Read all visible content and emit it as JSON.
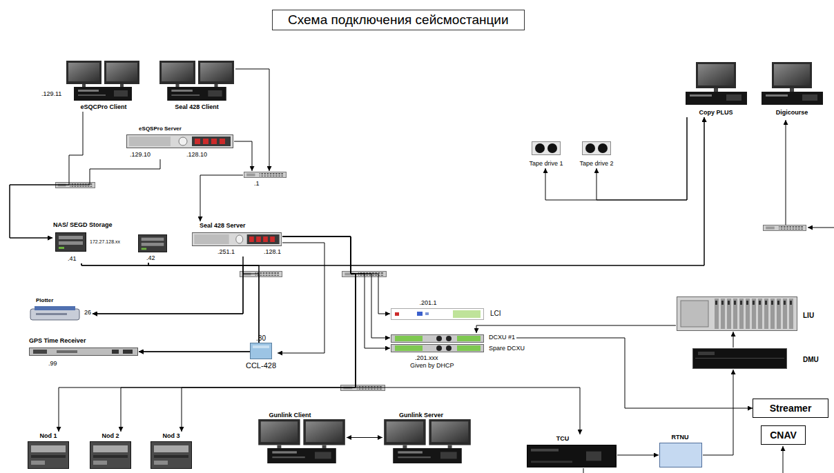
{
  "diagram": {
    "title": "Схема подключения сейсмостанции",
    "nodes": [
      {
        "text": [
          "eSQCPro Client",
          ".129.11"
        ]
      },
      {
        "text": [
          "Seal 428 Client"
        ]
      },
      {
        "text": [
          "eSQSPro Server",
          ".129.10",
          ".128.10"
        ]
      },
      {
        "text": [
          ".1"
        ]
      },
      {
        "text": [
          "NAS/ SEGD Storage",
          "172.27.128.xx",
          ".41"
        ]
      },
      {
        "text": [
          ".42"
        ]
      },
      {
        "text": [
          "Seal 428 Server",
          ".251.1",
          ".128.1"
        ]
      },
      {
        "text": [
          "Plotter",
          "26"
        ]
      },
      {
        "text": [
          "GPS Time Receiver",
          ".99"
        ]
      },
      {
        "text": [
          ".30",
          "CCL-428"
        ]
      },
      {
        "text": [
          ".201.1",
          "LCI"
        ]
      },
      {
        "text": [
          "DCXU #1"
        ]
      },
      {
        "text": [
          "Spare DCXU"
        ]
      },
      {
        "text": [
          "Nod 1"
        ]
      },
      {
        "text": [
          "Nod 2"
        ]
      },
      {
        "text": [
          "Nod 3"
        ]
      },
      {
        "text": [
          "Gunlink Client"
        ]
      },
      {
        "text": [
          "Gunlink Server"
        ]
      },
      {
        "text": [
          "TCU"
        ]
      },
      {
        "text": [
          "RTNU"
        ]
      },
      {
        "text": [
          "Streamer"
        ]
      },
      {
        "text": [
          "CNAV"
        ]
      },
      {
        "text": [
          "LIU"
        ]
      },
      {
        "text": [
          "DMU"
        ]
      },
      {
        "text": [
          "Copy PLUS"
        ]
      },
      {
        "text": [
          "Digicourse"
        ]
      },
      {
        "text": [
          "Tape drive 1"
        ]
      },
      {
        "text": [
          "Tape drive 2"
        ]
      }
    ],
    "edges": [
      {
        "from": 0,
        "to": 4,
        "arrow": "to"
      },
      {
        "from": 2,
        "to": 4,
        "arrow": "to"
      },
      {
        "from": 1,
        "to": 3,
        "arrow": "to"
      },
      {
        "from": 2,
        "to": 3,
        "arrow": "to"
      },
      {
        "from": 3,
        "to": 6,
        "arrow": "to"
      },
      {
        "from": 4,
        "to": 7,
        "arrow": "to"
      },
      {
        "from": 4,
        "to": 8,
        "arrow": "to"
      },
      {
        "from": 5,
        "to": 7,
        "arrow": "to"
      },
      {
        "from": 5,
        "to": 8,
        "arrow": "to"
      },
      {
        "from": 6,
        "to": 7,
        "arrow": "to"
      },
      {
        "from": 6,
        "to": 8,
        "arrow": "to"
      },
      {
        "from": 4,
        "to": 24,
        "arrow": "to"
      },
      {
        "from": 5,
        "to": 24,
        "arrow": "to"
      },
      {
        "from": 6,
        "to": 9,
        "arrow": "to"
      },
      {
        "from": 6,
        "to": 10,
        "arrow": "to"
      },
      {
        "from": 6,
        "to": 11,
        "arrow": "to"
      },
      {
        "from": 6,
        "to": 12,
        "arrow": "to"
      },
      {
        "from": 6,
        "to": 13,
        "arrow": "to"
      },
      {
        "from": 6,
        "to": 14,
        "arrow": "to"
      },
      {
        "from": 6,
        "to": 15,
        "arrow": "to"
      },
      {
        "from": 6,
        "to": 18,
        "arrow": "to"
      },
      {
        "from": 16,
        "to": 17,
        "arrow": "both"
      },
      {
        "from": 18,
        "to": 19,
        "arrow": "to"
      },
      {
        "from": 19,
        "to": 23,
        "arrow": "to"
      },
      {
        "from": 23,
        "to": 22,
        "arrow": "to"
      },
      {
        "from": 22,
        "to": 11,
        "arrow": "to"
      },
      {
        "from": 11,
        "to": 20,
        "arrow": "to"
      },
      {
        "from": 24,
        "to": 26,
        "arrow": "to"
      },
      {
        "from": 24,
        "to": 27,
        "arrow": "to"
      }
    ],
    "labels": [
      ".201.xxx",
      "Given by DHCP"
    ]
  }
}
